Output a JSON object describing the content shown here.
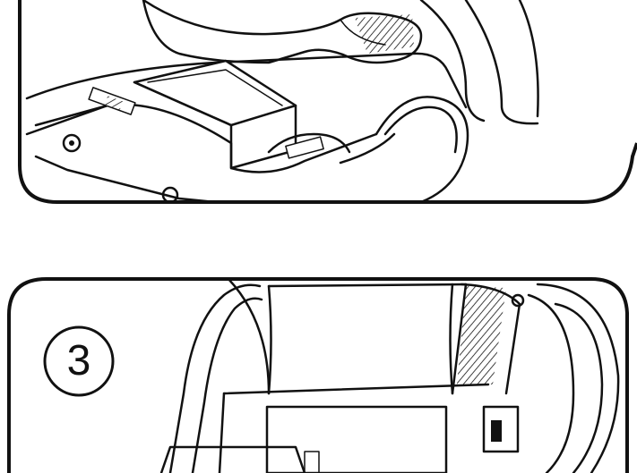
{
  "steps": [
    {
      "number": "",
      "panel": "upper-illustration"
    },
    {
      "number": "3",
      "panel": "lower-illustration"
    }
  ],
  "colors": {
    "line": "#111111",
    "background": "#ffffff"
  }
}
